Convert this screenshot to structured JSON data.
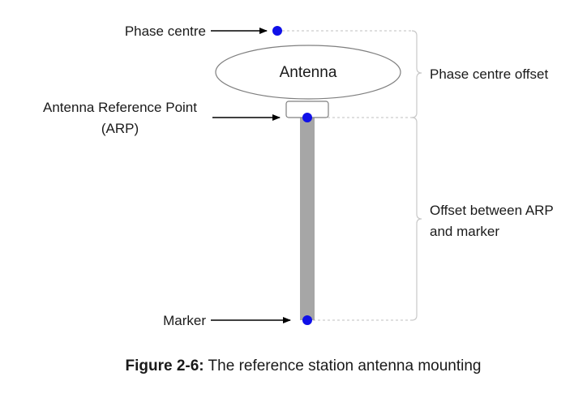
{
  "labels": {
    "phase_centre": "Phase centre",
    "antenna": "Antenna",
    "arp_line1": "Antenna Reference Point",
    "arp_line2": "(ARP)",
    "marker": "Marker",
    "phase_centre_offset": "Phase centre offset",
    "offset_line1": "Offset between ARP",
    "offset_line2": "and marker"
  },
  "caption": {
    "prefix": "Figure 2-6:",
    "text": " The reference station antenna mounting"
  },
  "colors": {
    "point": "#1010e8",
    "pole": "#a6a6a6",
    "line": "#000000",
    "dotted": "#bfbfbf",
    "brace": "#c8c8c8",
    "outline": "#7f7f7f"
  }
}
